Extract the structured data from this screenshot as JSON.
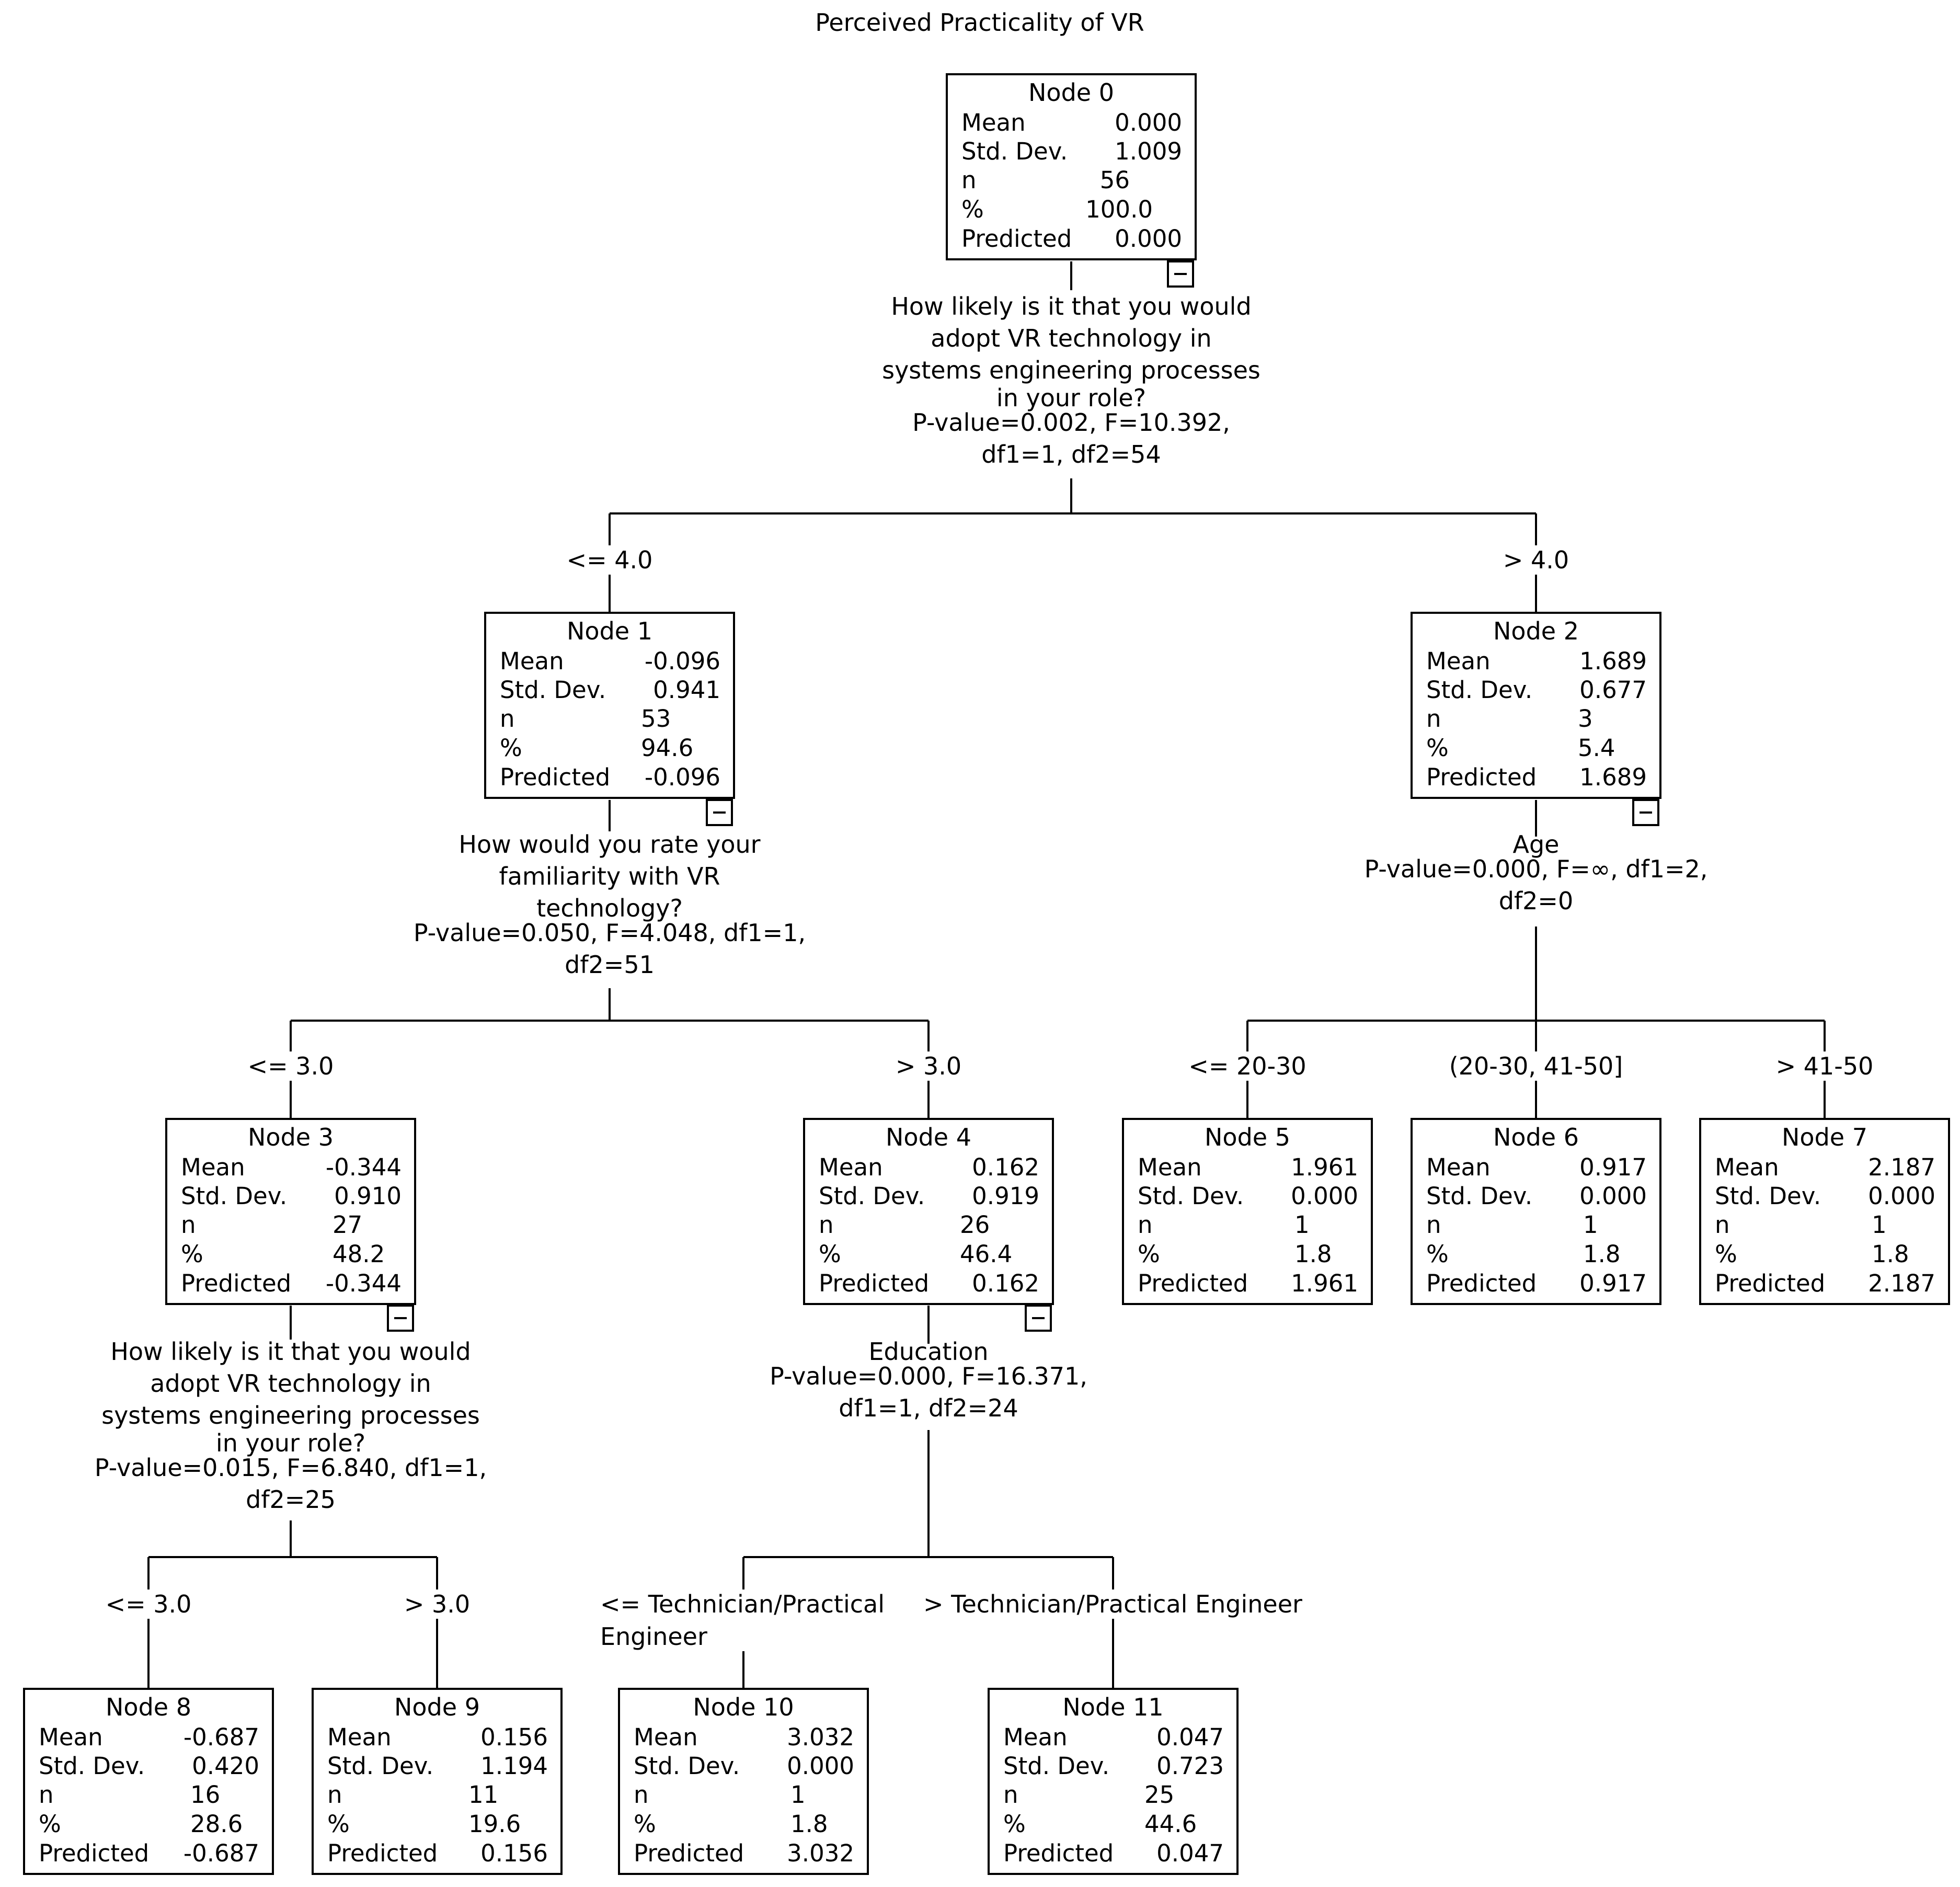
{
  "title": "Perceived Practicality of VR",
  "labels": {
    "mean": "Mean",
    "sd": "Std. Dev.",
    "n": "n",
    "pct": "%",
    "pred": "Predicted"
  },
  "nodes": [
    {
      "name": "Node 0",
      "mean": "0.000",
      "sd": "1.009",
      "n": "56",
      "pct": "100.0",
      "pred": "0.000"
    },
    {
      "name": "Node 1",
      "mean": "-0.096",
      "sd": "0.941",
      "n": "53",
      "pct": "94.6",
      "pred": "-0.096"
    },
    {
      "name": "Node 2",
      "mean": "1.689",
      "sd": "0.677",
      "n": "3",
      "pct": "5.4",
      "pred": "1.689"
    },
    {
      "name": "Node 3",
      "mean": "-0.344",
      "sd": "0.910",
      "n": "27",
      "pct": "48.2",
      "pred": "-0.344"
    },
    {
      "name": "Node 4",
      "mean": "0.162",
      "sd": "0.919",
      "n": "26",
      "pct": "46.4",
      "pred": "0.162"
    },
    {
      "name": "Node 5",
      "mean": "1.961",
      "sd": "0.000",
      "n": "1",
      "pct": "1.8",
      "pred": "1.961"
    },
    {
      "name": "Node 6",
      "mean": "0.917",
      "sd": "0.000",
      "n": "1",
      "pct": "1.8",
      "pred": "0.917"
    },
    {
      "name": "Node 7",
      "mean": "2.187",
      "sd": "0.000",
      "n": "1",
      "pct": "1.8",
      "pred": "2.187"
    },
    {
      "name": "Node 8",
      "mean": "-0.687",
      "sd": "0.420",
      "n": "16",
      "pct": "28.6",
      "pred": "-0.687"
    },
    {
      "name": "Node 9",
      "mean": "0.156",
      "sd": "1.194",
      "n": "11",
      "pct": "19.6",
      "pred": "0.156"
    },
    {
      "name": "Node 10",
      "mean": "3.032",
      "sd": "0.000",
      "n": "1",
      "pct": "1.8",
      "pred": "3.032"
    },
    {
      "name": "Node 11",
      "mean": "0.047",
      "sd": "0.723",
      "n": "25",
      "pct": "44.6",
      "pred": "0.047"
    }
  ],
  "splits": [
    {
      "lines": [
        "How likely is it that you would",
        "adopt VR technology in",
        "systems engineering processes",
        "in your role?",
        "P-value=0.002, F=10.392,",
        "df1=1, df2=54"
      ]
    },
    {
      "lines": [
        "How would you rate your",
        "familiarity with VR",
        "technology?",
        "P-value=0.050, F=4.048, df1=1,",
        "df2=51"
      ]
    },
    {
      "lines": [
        "Age",
        "P-value=0.000, F=∞, df1=2,",
        "df2=0"
      ]
    },
    {
      "lines": [
        "How likely is it that you would",
        "adopt VR technology in",
        "systems engineering processes",
        "in your role?",
        "P-value=0.015, F=6.840, df1=1,",
        "df2=25"
      ]
    },
    {
      "lines": [
        "Education",
        "P-value=0.000, F=16.371,",
        "df1=1, df2=24"
      ]
    }
  ],
  "edges": [
    {
      "to": "Node 1",
      "text": "<= 4.0"
    },
    {
      "to": "Node 2",
      "text": "> 4.0"
    },
    {
      "to": "Node 3",
      "text": "<= 3.0"
    },
    {
      "to": "Node 4",
      "text": "> 3.0"
    },
    {
      "to": "Node 5",
      "text": "<= 20-30"
    },
    {
      "to": "Node 6",
      "text": "(20-30, 41-50]"
    },
    {
      "to": "Node 7",
      "text": "> 41-50"
    },
    {
      "to": "Node 8",
      "text": "<= 3.0"
    },
    {
      "to": "Node 9",
      "text": "> 3.0"
    },
    {
      "to": "Node 10",
      "text": "<= Technician/Practical"
    },
    {
      "to": "Node 10",
      "text": "Engineer"
    },
    {
      "to": "Node 11",
      "text": "> Technician/Practical Engineer"
    }
  ]
}
